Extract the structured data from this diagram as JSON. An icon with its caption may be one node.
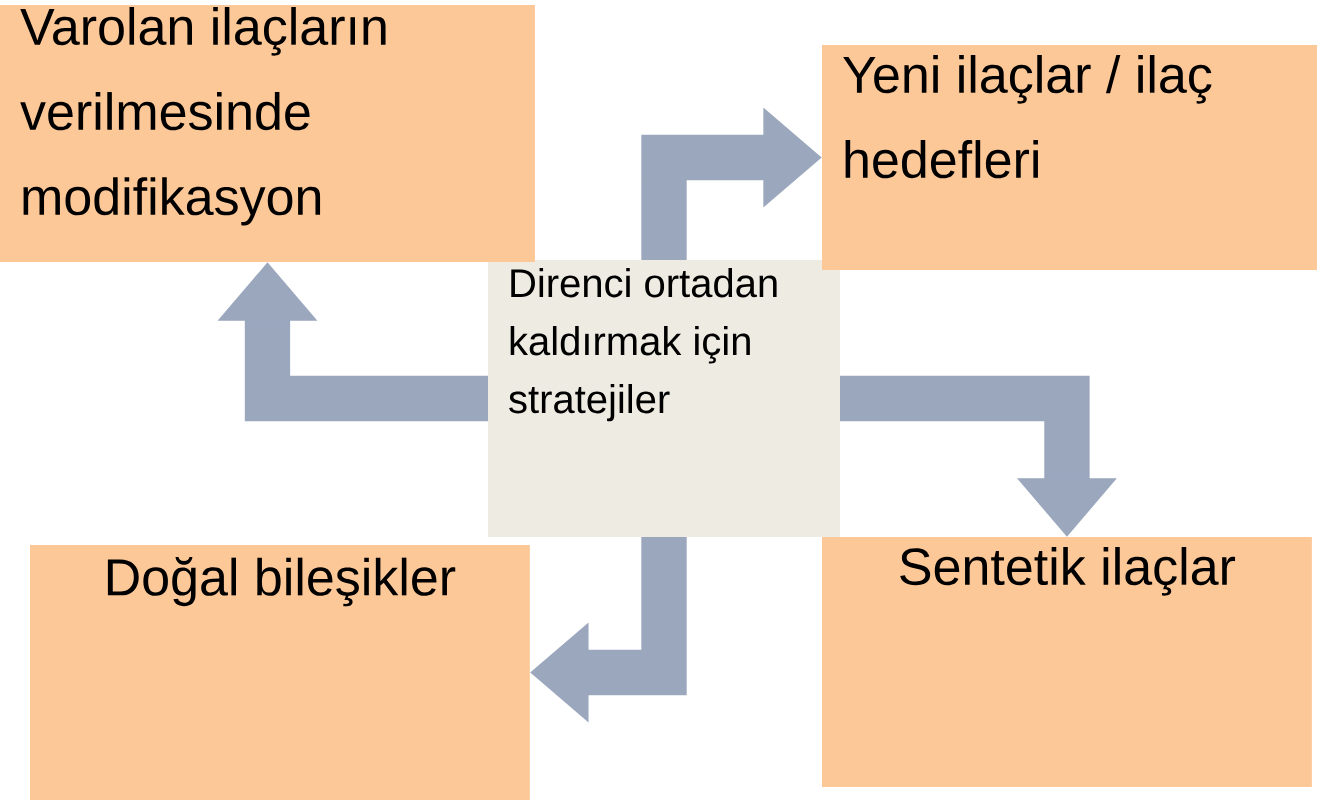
{
  "diagram": {
    "nodes": [
      {
        "text": [
          "Direnci ortadan kaldırmak için stratejiler"
        ]
      },
      {
        "text": [
          "Varolan ilaçların verilmesinde modifikasyon"
        ]
      },
      {
        "text": [
          "Yeni ilaçlar / ilaç hedefleri"
        ]
      },
      {
        "text": [
          "Doğal bileşikler"
        ]
      },
      {
        "text": [
          "Sentetik ilaçlar"
        ]
      }
    ],
    "edges": [
      {
        "from": 0,
        "to": 1,
        "arrow": "to"
      },
      {
        "from": 0,
        "to": 2,
        "arrow": "to"
      },
      {
        "from": 0,
        "to": 4,
        "arrow": "to"
      },
      {
        "from": 0,
        "to": 3,
        "arrow": "to"
      }
    ]
  }
}
